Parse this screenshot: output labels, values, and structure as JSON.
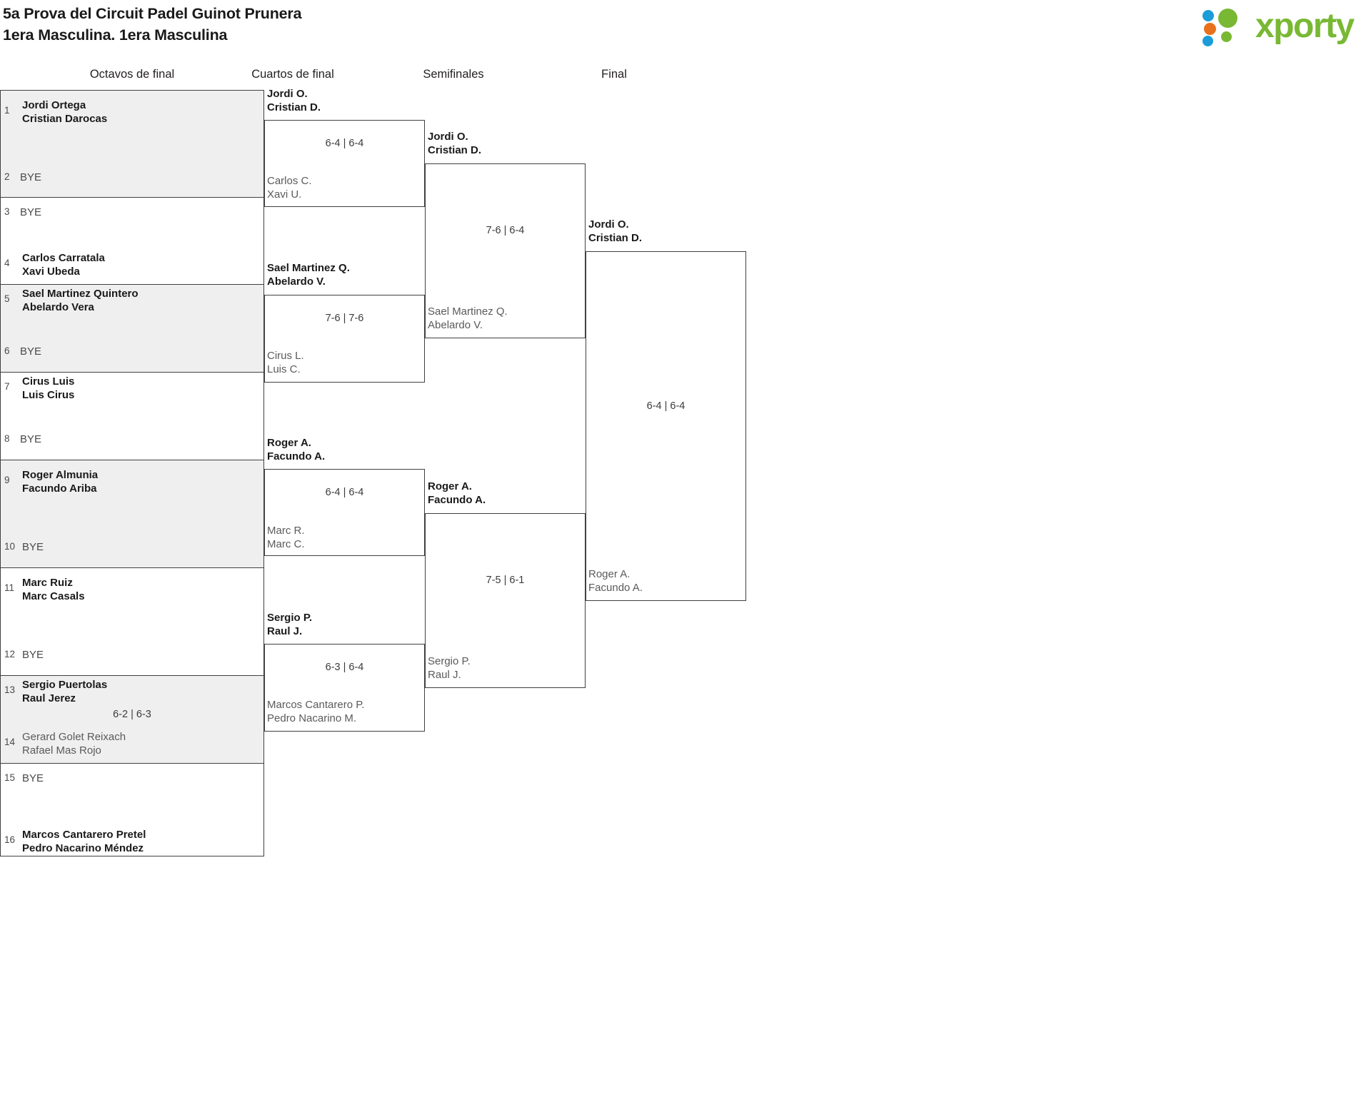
{
  "header": {
    "title_line1": "5a Prova del Circuit Padel Guinot Prunera",
    "title_line2": "1era Masculina. 1era Masculina",
    "logo_text": "xporty",
    "logo_colors": {
      "green": "#79b833",
      "blue": "#1b9dd9",
      "orange": "#e8711a"
    }
  },
  "rounds": [
    {
      "label": "Octavos de final"
    },
    {
      "label": "Cuartos de final"
    },
    {
      "label": "Semifinales"
    },
    {
      "label": "Final"
    }
  ],
  "bye_label": "BYE",
  "round1": {
    "entries": [
      {
        "seed": "1",
        "line1": "Jordi Ortega",
        "line2": "Cristian Darocas",
        "status": "win",
        "shaded": true
      },
      {
        "seed": "2",
        "line1": "BYE",
        "line2": "",
        "status": "bye",
        "shaded": true
      },
      {
        "seed": "3",
        "line1": "BYE",
        "line2": "",
        "status": "bye",
        "shaded": false
      },
      {
        "seed": "4",
        "line1": "Carlos Carratala",
        "line2": "Xavi Ubeda",
        "status": "win",
        "shaded": false
      },
      {
        "seed": "5",
        "line1": "Sael Martinez Quintero",
        "line2": "Abelardo Vera",
        "status": "win",
        "shaded": true
      },
      {
        "seed": "6",
        "line1": "BYE",
        "line2": "",
        "status": "bye",
        "shaded": true
      },
      {
        "seed": "7",
        "line1": "Cirus Luis",
        "line2": "Luis Cirus",
        "status": "win",
        "shaded": false
      },
      {
        "seed": "8",
        "line1": "BYE",
        "line2": "",
        "status": "bye",
        "shaded": false
      },
      {
        "seed": "9",
        "line1": "Roger Almunia",
        "line2": "Facundo Ariba",
        "status": "win",
        "shaded": true
      },
      {
        "seed": "10",
        "line1": "BYE",
        "line2": "",
        "status": "bye",
        "shaded": true
      },
      {
        "seed": "11",
        "line1": "Marc Ruiz",
        "line2": "Marc Casals",
        "status": "win",
        "shaded": false
      },
      {
        "seed": "12",
        "line1": "BYE",
        "line2": "",
        "status": "bye",
        "shaded": false
      },
      {
        "seed": "13",
        "line1": "Sergio Puertolas",
        "line2": "Raul Jerez",
        "status": "win",
        "shaded": true
      },
      {
        "seed": "14",
        "line1": "Gerard Golet Reixach",
        "line2": "Rafael Mas Rojo",
        "status": "lose",
        "shaded": true
      },
      {
        "seed": "15",
        "line1": "BYE",
        "line2": "",
        "status": "bye",
        "shaded": false
      },
      {
        "seed": "16",
        "line1": "Marcos Cantarero Pretel",
        "line2": "Pedro Nacarino Méndez",
        "status": "win",
        "shaded": false
      }
    ],
    "scores": [
      {
        "pair": "13-14",
        "value": "6-2 | 6-3"
      }
    ]
  },
  "round2": {
    "matches": [
      {
        "top": {
          "line1": "Jordi O.",
          "line2": "Cristian D.",
          "status": "win"
        },
        "bottom": {
          "line1": "Carlos C.",
          "line2": "Xavi U.",
          "status": "lose"
        },
        "score": "6-4 | 6-4"
      },
      {
        "top": {
          "line1": "Sael Martinez Q.",
          "line2": "Abelardo V.",
          "status": "win"
        },
        "bottom": {
          "line1": "Cirus L.",
          "line2": "Luis C.",
          "status": "lose"
        },
        "score": "7-6 | 7-6"
      },
      {
        "top": {
          "line1": "Roger A.",
          "line2": "Facundo A.",
          "status": "win"
        },
        "bottom": {
          "line1": "Marc R.",
          "line2": "Marc C.",
          "status": "lose"
        },
        "score": "6-4 | 6-4"
      },
      {
        "top": {
          "line1": "Sergio P.",
          "line2": "Raul J.",
          "status": "win"
        },
        "bottom": {
          "line1": "Marcos Cantarero P.",
          "line2": "Pedro Nacarino M.",
          "status": "lose"
        },
        "score": "6-3 | 6-4"
      }
    ]
  },
  "round3": {
    "matches": [
      {
        "top": {
          "line1": "Jordi O.",
          "line2": "Cristian D.",
          "status": "win"
        },
        "bottom": {
          "line1": "Sael Martinez Q.",
          "line2": "Abelardo V.",
          "status": "lose"
        },
        "score": "7-6 | 6-4"
      },
      {
        "top": {
          "line1": "Roger A.",
          "line2": "Facundo A.",
          "status": "win"
        },
        "bottom": {
          "line1": "Sergio P.",
          "line2": "Raul J.",
          "status": "lose"
        },
        "score": "7-5 | 6-1"
      }
    ]
  },
  "round4": {
    "matches": [
      {
        "top": {
          "line1": "Jordi O.",
          "line2": "Cristian D.",
          "status": "win"
        },
        "bottom": {
          "line1": "Roger A.",
          "line2": "Facundo A.",
          "status": "lose"
        },
        "score": "6-4 | 6-4"
      }
    ]
  }
}
